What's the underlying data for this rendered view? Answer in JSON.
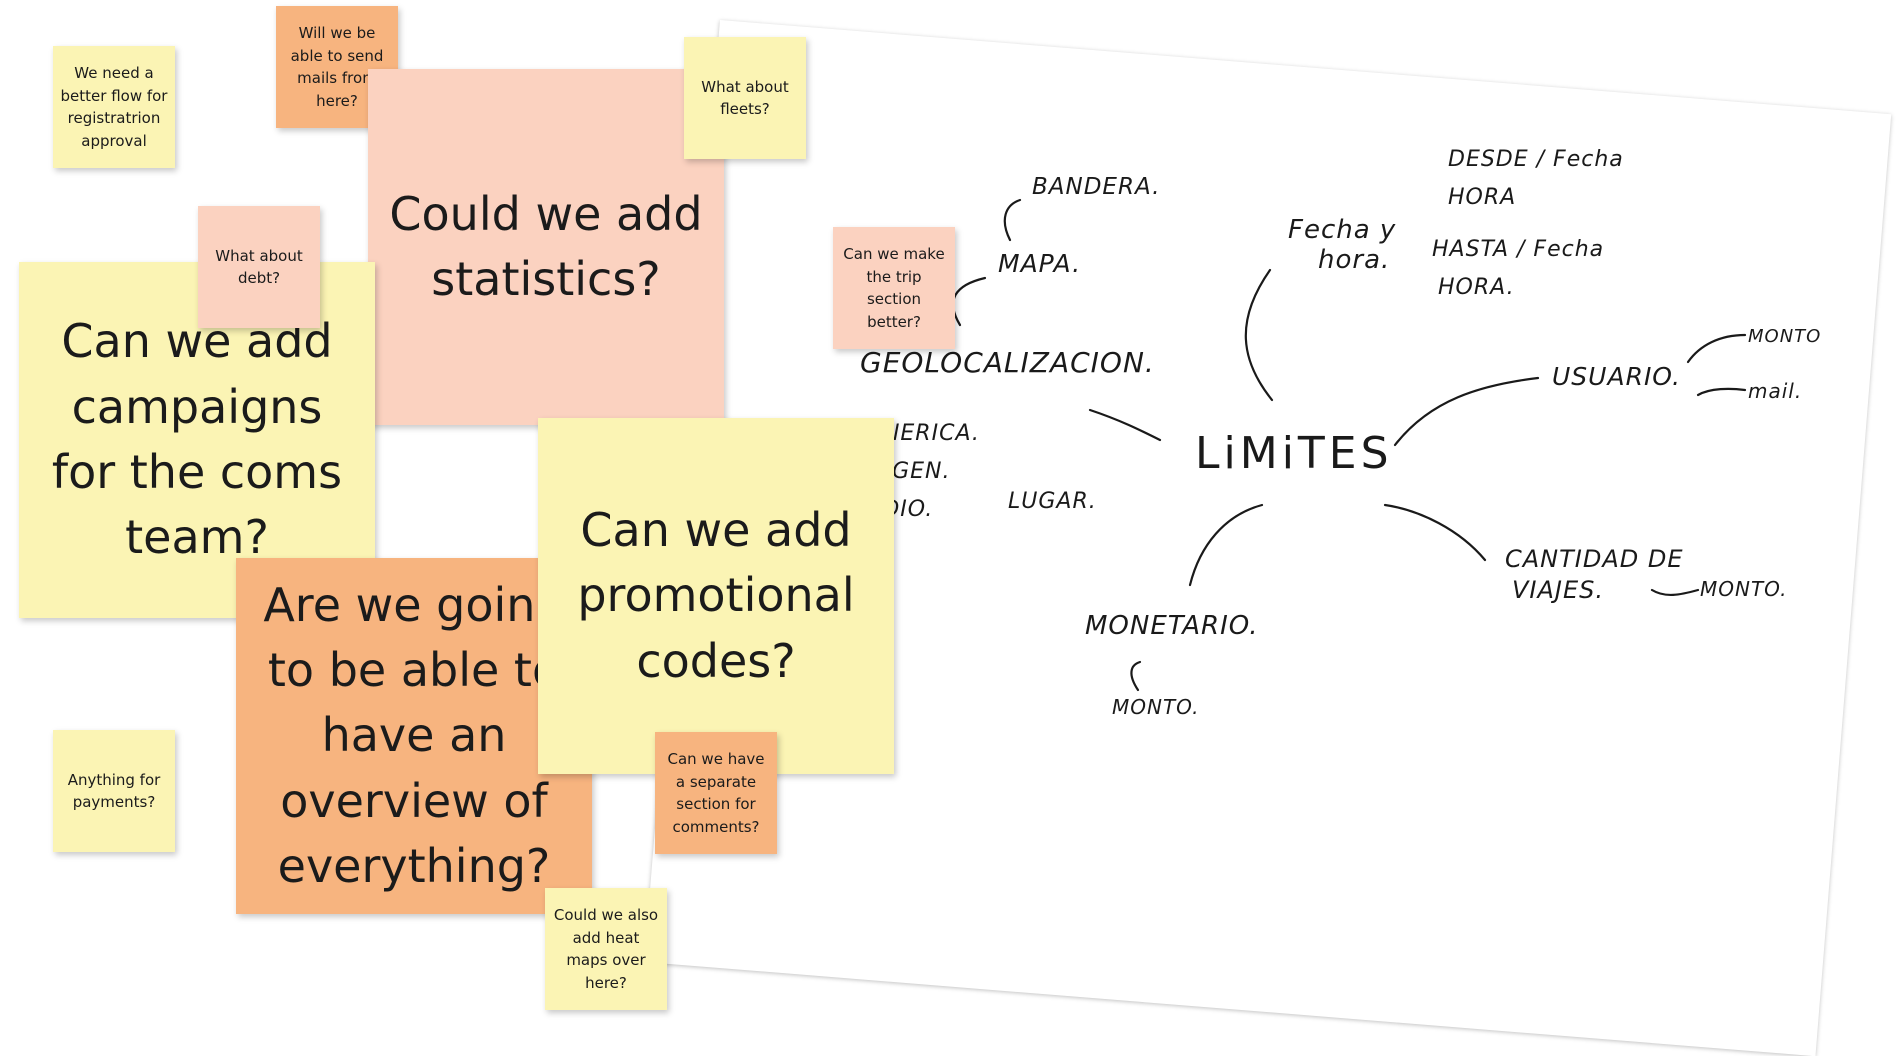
{
  "colors": {
    "yellow": "#fbf4b4",
    "peach": "#fbd2c0",
    "orange": "#f7b47f",
    "ink": "#1a1a1a"
  },
  "notes": {
    "registration": "We need a better flow for registratrion approval",
    "mails": "Will we be able to send mails from here?",
    "statistics": "Could we add statistics?",
    "fleets": "What about fleets?",
    "debt": "What about debt?",
    "campaigns": "Can we add campaigns for the coms team?",
    "overview": "Are we going to be able to have an overview of everything?",
    "promo": "Can we add promotional codes?",
    "trip": "Can we make the trip section better?",
    "comments": "Can we have a separate section for comments?",
    "payments": "Anything for payments?",
    "heatmaps": "Could we also add heat maps over here?"
  },
  "whiteboard": {
    "center": "LiMiTES",
    "bandera": "BANDERA.",
    "mapa": "MAPA.",
    "geolocalizacion": "GEOLOCALIZACION.",
    "generica": "GENERICA.",
    "origen": "ORIGEN.",
    "radio": "RADIO.",
    "lugar": "LUGAR.",
    "fecha_y": "Fecha y",
    "hora": "hora.",
    "desde": "DESDE / Fecha",
    "desde_hora": "HORA",
    "hasta": "HASTA / Fecha",
    "hasta_hora": "HORA.",
    "usuario": "USUARIO.",
    "monto_usuario": "MONTO",
    "mail": "mail.",
    "cantidad": "CANTIDAD DE",
    "viajes": "VIAJES.",
    "monto_viajes": "MONTO.",
    "monetario": "MONETARIO.",
    "monto": "MONTO."
  }
}
